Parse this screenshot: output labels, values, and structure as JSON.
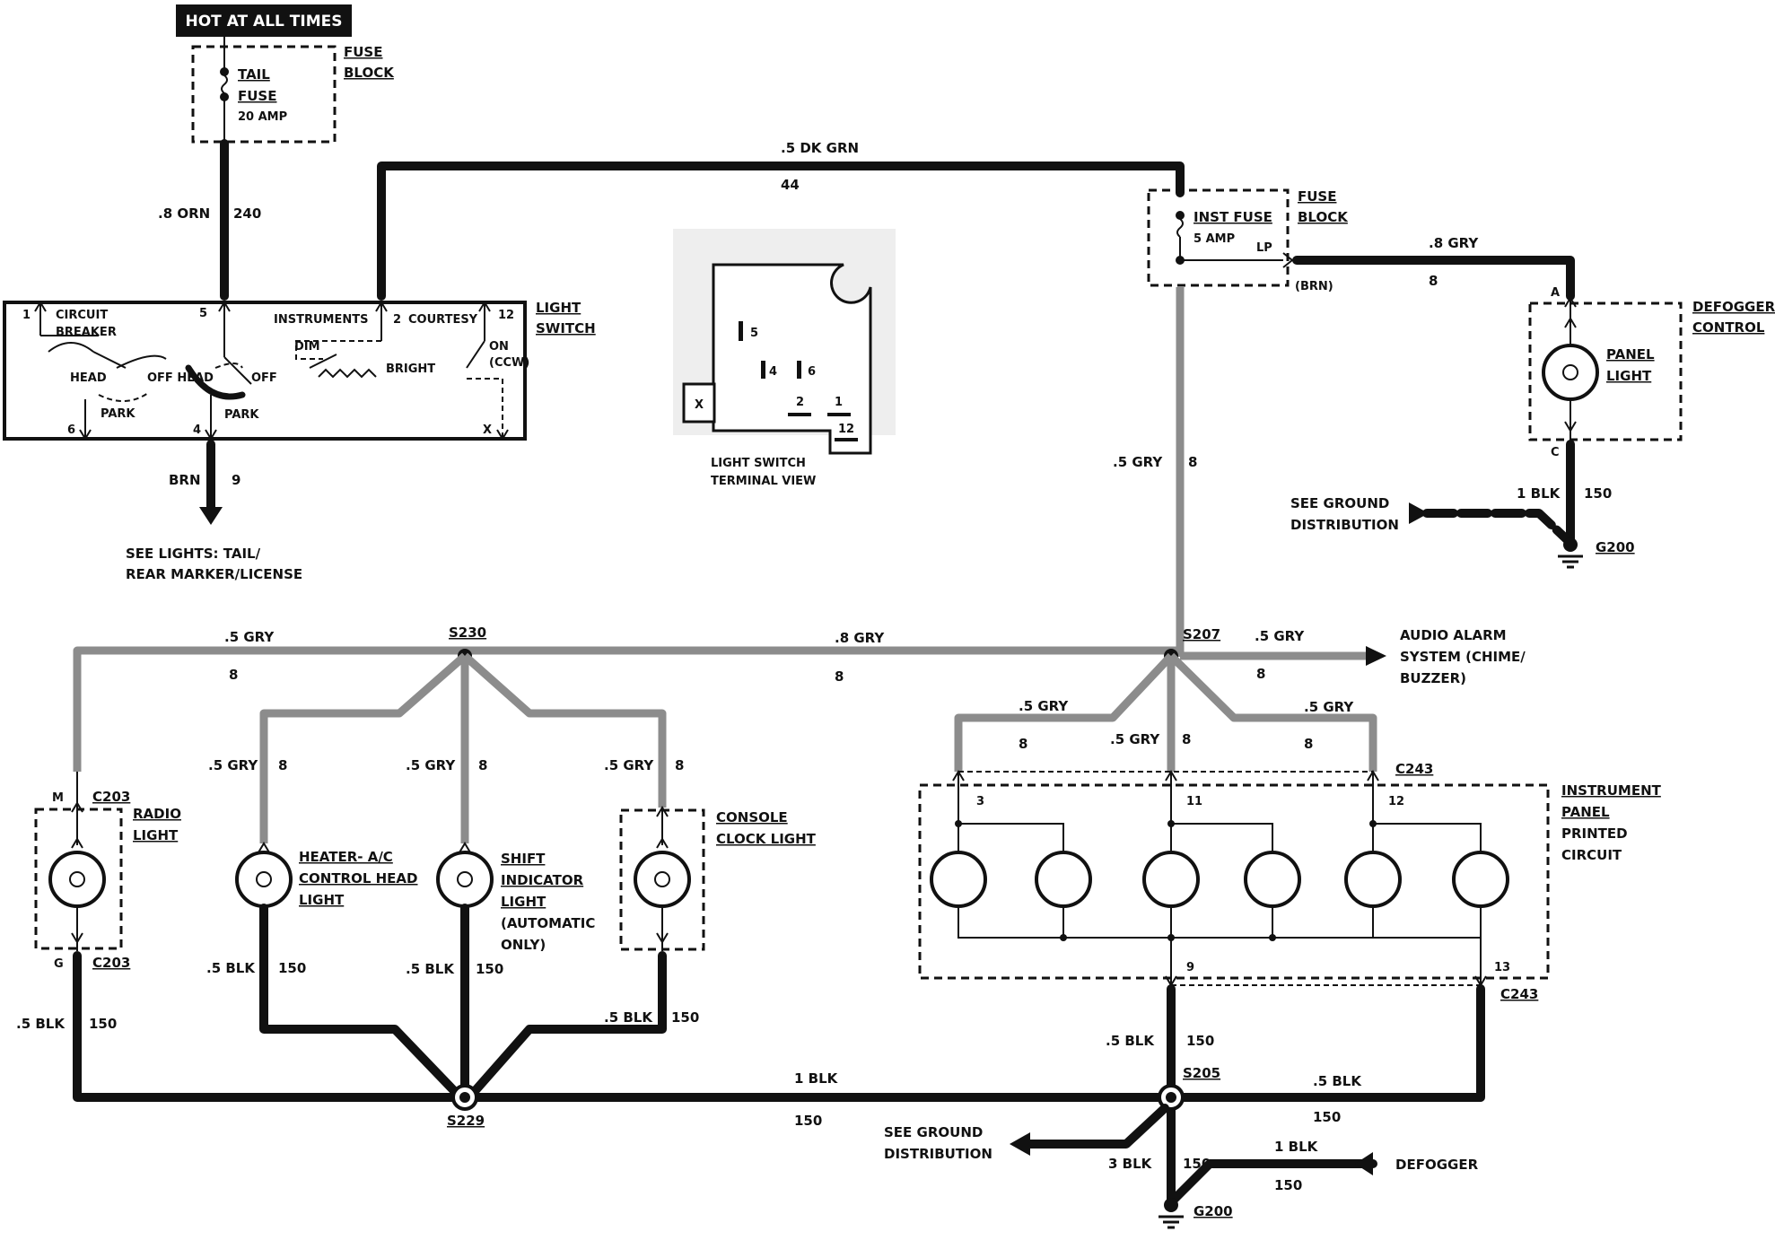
{
  "header": {
    "hot_label": "HOT AT ALL TIMES"
  },
  "fuse_block_top": {
    "label_1": "FUSE",
    "label_2": "BLOCK",
    "fuse_1": "TAIL",
    "fuse_2": "FUSE",
    "rating": "20 AMP"
  },
  "fuse_block_inst": {
    "label_1": "FUSE",
    "label_2": "BLOCK",
    "fuse": "INST FUSE",
    "rating": "5 AMP",
    "lp": "LP",
    "brn": "(BRN)"
  },
  "light_switch": {
    "title_1": "LIGHT",
    "title_2": "SWITCH",
    "circuit_1": "CIRCUIT",
    "circuit_2": "BREAKER",
    "head": "HEAD",
    "off_head": "OFF HEAD",
    "off": "OFF",
    "park": "PARK",
    "instruments": "INSTRUMENTS",
    "courtesy": "COURTESY",
    "dim": "DIM",
    "bright": "BRIGHT",
    "on": "ON",
    "ccw": "(CCW)",
    "t1": "1",
    "t5": "5",
    "t2": "2",
    "t12": "12",
    "t6": "6",
    "t4": "4",
    "tx": "X"
  },
  "terminal_view": {
    "caption_1": "LIGHT SWITCH",
    "caption_2": "TERMINAL VIEW",
    "t5": "5",
    "t4": "4",
    "t6": "6",
    "t2": "2",
    "t1": "1",
    "t12": "12",
    "tx": "X"
  },
  "wires": {
    "orn_top": ".8 ORN",
    "orn_num": "240",
    "dkgrn": ".5 DK GRN",
    "dkgrn_num": "44",
    "brn": "BRN",
    "brn_num": "9",
    "gry_lp": ".8 GRY",
    "gry_lp_num": "8",
    "gry_vert": ".5 GRY",
    "gry_vert_num": "8",
    "blk_def": "1 BLK",
    "blk_def_num": "150",
    "gry_left": ".5 GRY",
    "gry_left_num": "8",
    "gry_mid": ".8 GRY",
    "gry_mid_num": "8",
    "gry_audio": ".5 GRY",
    "gry_audio_num": "8",
    "gry_heater": ".5 GRY",
    "gry_heater_num": "8",
    "gry_shift": ".5 GRY",
    "gry_shift_num": "8",
    "gry_console": ".5 GRY",
    "gry_console_num": "8",
    "gry_ip1": ".5 GRY",
    "gry_ip1_num": "8",
    "gry_ip2": ".5 GRY",
    "gry_ip2_num": "8",
    "gry_ip3": ".5 GRY",
    "gry_ip3_num": "8",
    "blk_radio": ".5 BLK",
    "blk_radio_num": "150",
    "blk_heater": ".5 BLK",
    "blk_heater_num": "150",
    "blk_shift": ".5 BLK",
    "blk_shift_num": "150",
    "blk_console": ".5 BLK",
    "blk_console_num": "150",
    "blk_bottom": "1 BLK",
    "blk_bottom_num": "150",
    "blk_ip9": ".5 BLK",
    "blk_ip9_num": "150",
    "blk_ip13": ".5 BLK",
    "blk_ip13_num": "150",
    "blk_ground": "3 BLK",
    "blk_ground_num": "150",
    "blk_defogger": "1 BLK",
    "blk_defogger_num": "150"
  },
  "refs": {
    "see_lights_1": "SEE LIGHTS: TAIL/",
    "see_lights_2": "REAR MARKER/LICENSE",
    "see_ground_1": "SEE GROUND",
    "see_ground_2": "DISTRIBUTION",
    "see_ground_b1": "SEE GROUND",
    "see_ground_b2": "DISTRIBUTION",
    "audio_1": "AUDIO ALARM",
    "audio_2": "SYSTEM (CHIME/",
    "audio_3": "BUZZER)",
    "defogger": "DEFOGGER"
  },
  "defogger_control": {
    "title_1": "DEFOGGER",
    "title_2": "CONTROL",
    "panel_1": "PANEL",
    "panel_2": "LIGHT",
    "ta": "A",
    "tc": "C"
  },
  "splices": {
    "s230": "S230",
    "s207": "S207",
    "s229": "S229",
    "s205": "S205"
  },
  "grounds": {
    "g200_top": "G200",
    "g200_bottom": "G200"
  },
  "connectors": {
    "c203_top": "C203",
    "c203_bot": "C203",
    "m": "M",
    "g": "G",
    "c243_top": "C243",
    "c243_bot": "C243",
    "ip3": "3",
    "ip11": "11",
    "ip12": "12",
    "ip9": "9",
    "ip13": "13"
  },
  "components": {
    "radio_1": "RADIO",
    "radio_2": "LIGHT",
    "heater_1": "HEATER- A/C",
    "heater_2": "CONTROL HEAD",
    "heater_3": "LIGHT",
    "shift_1": "SHIFT",
    "shift_2": "INDICATOR",
    "shift_3": "LIGHT",
    "shift_4": "(AUTOMATIC",
    "shift_5": "ONLY)",
    "console_1": "CONSOLE",
    "console_2": "CLOCK LIGHT",
    "ipc_1": "INSTRUMENT",
    "ipc_2": "PANEL",
    "ipc_3": "PRINTED",
    "ipc_4": "CIRCUIT"
  }
}
